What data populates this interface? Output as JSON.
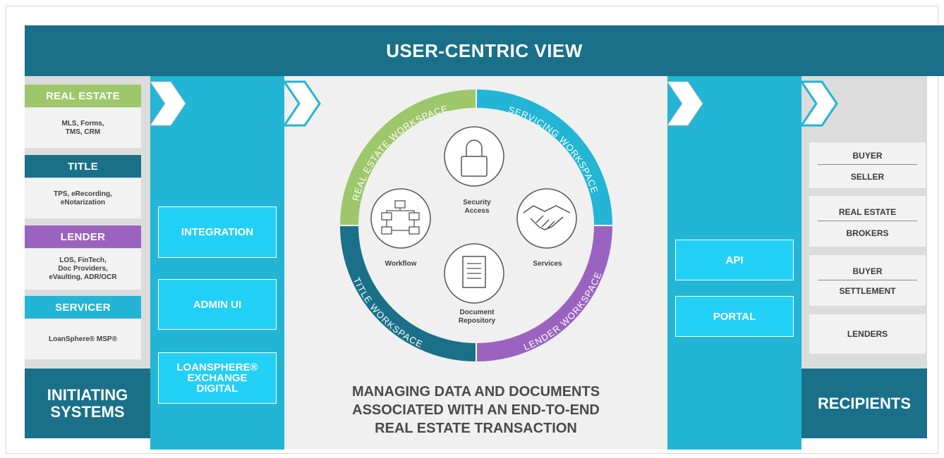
{
  "header": {
    "title": "USER-CENTRIC VIEW"
  },
  "initiating": {
    "label": "INITIATING SYSTEMS",
    "label_line1": "INITIATING",
    "label_line2": "SYSTEMS",
    "categories": [
      {
        "title": "REAL ESTATE",
        "color": "#9dc76a",
        "detail_line1": "MLS, Forms,",
        "detail_line2": "TMS, CRM"
      },
      {
        "title": "TITLE",
        "color": "#1a7089",
        "detail_line1": "TPS, eRecording,",
        "detail_line2": "eNotarization"
      },
      {
        "title": "LENDER",
        "color": "#9b63c0",
        "detail_line1": "LOS, FinTech,",
        "detail_line2": "Doc Providers,",
        "detail_line3": "eVaulting, ADR/OCR"
      },
      {
        "title": "SERVICER",
        "color": "#22b5d5",
        "detail_line1": "LoanSphere® MSP®"
      }
    ]
  },
  "connectors_left": {
    "integration": "INTEGRATION",
    "admin_ui": "ADMIN UI",
    "exchange_line1": "LOANSPHERE®",
    "exchange_line2": "EXCHANGE",
    "exchange_line3": "DIGITAL"
  },
  "center": {
    "ring_segments": [
      {
        "label": "REAL ESTATE WORKSPACE",
        "color": "#9dc76a"
      },
      {
        "label": "SERVICING WORKSPACE",
        "color": "#22b5d5"
      },
      {
        "label": "LENDER WORKSPACE",
        "color": "#9b63c0"
      },
      {
        "label": "TITLE WORKSPACE",
        "color": "#1a7089"
      }
    ],
    "icons": {
      "security_line1": "Security",
      "security_line2": "Access",
      "workflow": "Workflow",
      "services": "Services",
      "document_line1": "Document",
      "document_line2": "Repository"
    },
    "caption_line1": "MANAGING DATA AND DOCUMENTS",
    "caption_line2": "ASSOCIATED WITH AN END-TO-END",
    "caption_line3": "REAL ESTATE TRANSACTION"
  },
  "connectors_right": {
    "api": "API",
    "portal": "PORTAL"
  },
  "recipients": {
    "label": "RECIPIENTS",
    "groups": [
      {
        "line1": "BUYER",
        "line2": "SELLER"
      },
      {
        "line1": "REAL ESTATE",
        "line2": "BROKERS"
      },
      {
        "line1": "BUYER",
        "line2": "SETTLEMENT"
      },
      {
        "line1": "LENDERS"
      }
    ]
  }
}
